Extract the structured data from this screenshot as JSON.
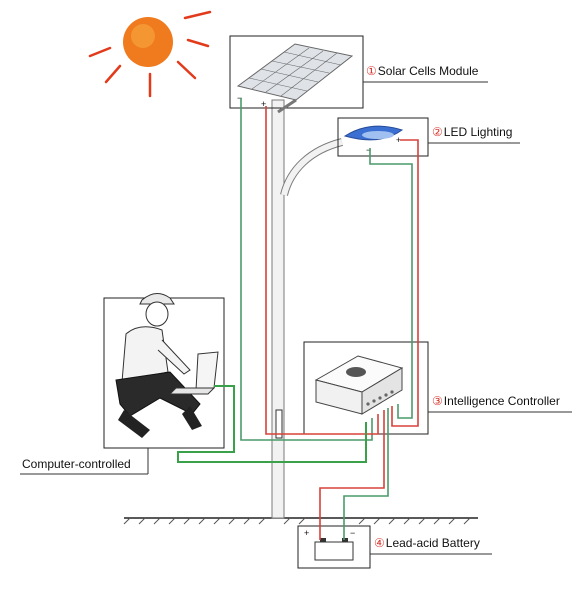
{
  "labels": {
    "solar": {
      "num": "①",
      "text": "Solar Cells Module"
    },
    "led": {
      "num": "②",
      "text": "LED Lighting"
    },
    "controller": {
      "num": "③",
      "text": "Intelligence Controller"
    },
    "battery": {
      "num": "④",
      "text": "Lead-acid Battery"
    },
    "computer": {
      "text": "Computer-controlled"
    }
  },
  "polarity": {
    "minus": "−",
    "plus": "+"
  },
  "colors": {
    "positive_wire": "#d9403a",
    "negative_wire": "#4a9a6a",
    "data_wire": "#3aa14a",
    "sun": "#ef6a1a",
    "pole": "#9a9a9a",
    "led_lamp": "#3b6fd1"
  }
}
